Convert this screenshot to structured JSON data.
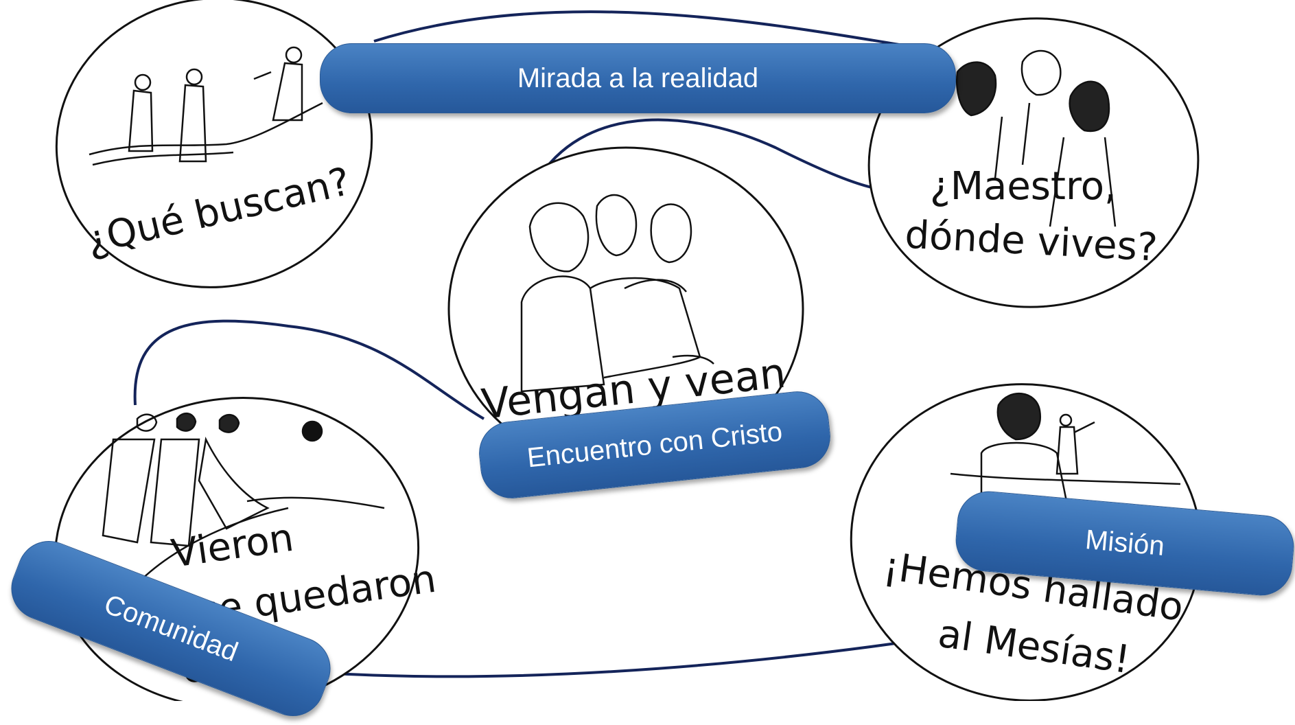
{
  "circles": [
    {
      "id": "que-buscan",
      "text": "¿Qué buscan?"
    },
    {
      "id": "maestro",
      "line1": "¿Maestro,",
      "line2": "dónde vives?"
    },
    {
      "id": "vengan",
      "text": "Vengan y vean"
    },
    {
      "id": "vieron",
      "line1": "Vieron",
      "line2": "y se quedaron",
      "line3": "con Él."
    },
    {
      "id": "mesias",
      "line1": "¡Hemos hallado",
      "line2": "al Mesías!"
    }
  ],
  "labels": {
    "realidad": "Mirada a la realidad",
    "encuentro": "Encuentro con Cristo",
    "mision": "Misión",
    "comunidad": "Comunidad"
  },
  "colors": {
    "pill": "#2f66ab",
    "connector": "#14245a",
    "line": "#111111"
  }
}
